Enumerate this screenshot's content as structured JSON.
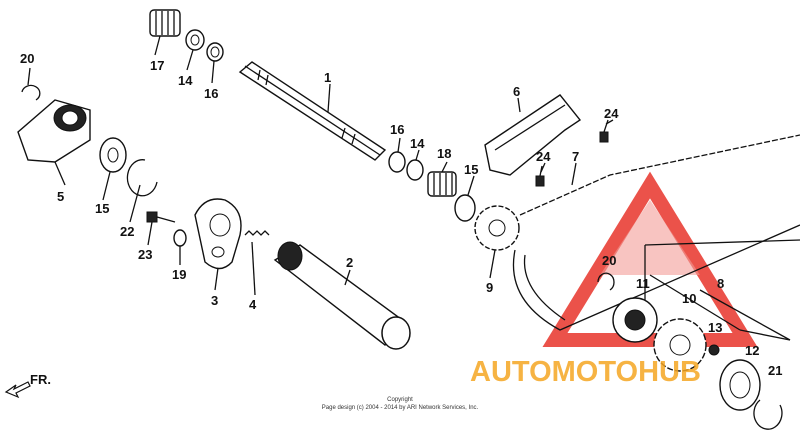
{
  "callouts": {
    "p1": "1",
    "p2": "2",
    "p3": "3",
    "p4": "4",
    "p5": "5",
    "p6": "6",
    "p7": "7",
    "p8": "8",
    "p9": "9",
    "p10": "10",
    "p11": "11",
    "p12": "12",
    "p13": "13",
    "p14a": "14",
    "p14b": "14",
    "p15a": "15",
    "p15b": "15",
    "p16a": "16",
    "p16b": "16",
    "p17": "17",
    "p18": "18",
    "p19": "19",
    "p20a": "20",
    "p20b": "20",
    "p21": "21",
    "p22": "22",
    "p23": "23",
    "p24a": "24",
    "p24b": "24"
  },
  "direction_label": "FR.",
  "copyright": {
    "line1": "Copyright",
    "line2": "Page design (c) 2004 - 2014 by ARI Network Services, Inc."
  },
  "watermark": {
    "brand": "AUTOMOTOHUB",
    "color": "#e8352b",
    "accent": "#f5a623"
  }
}
